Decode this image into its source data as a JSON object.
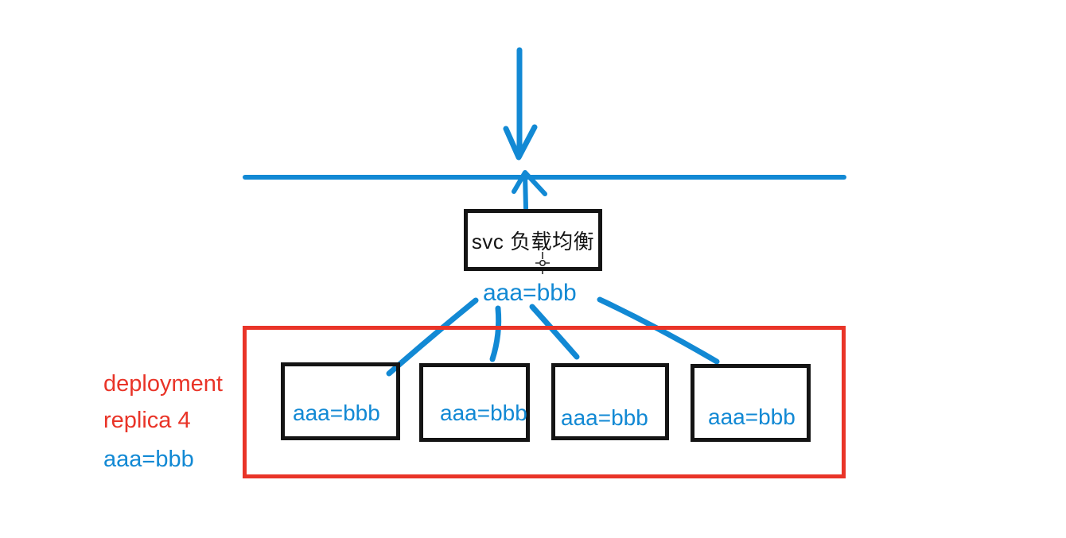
{
  "colors": {
    "blue": "#1289d4",
    "red": "#e93428",
    "ink": "#141414",
    "canvas": "#ffffff"
  },
  "diagram": {
    "service_box": {
      "label": "svc 负载均衡"
    },
    "service_selector_label": "aaa=bbb",
    "deployment_group": {
      "pods": [
        {
          "label": "aaa=bbb"
        },
        {
          "label": "aaa=bbb"
        },
        {
          "label": "aaa=bbb"
        },
        {
          "label": "aaa=bbb"
        }
      ]
    },
    "legend": {
      "title": "deployment",
      "replicas": "replica 4",
      "selector": "aaa=bbb"
    }
  }
}
